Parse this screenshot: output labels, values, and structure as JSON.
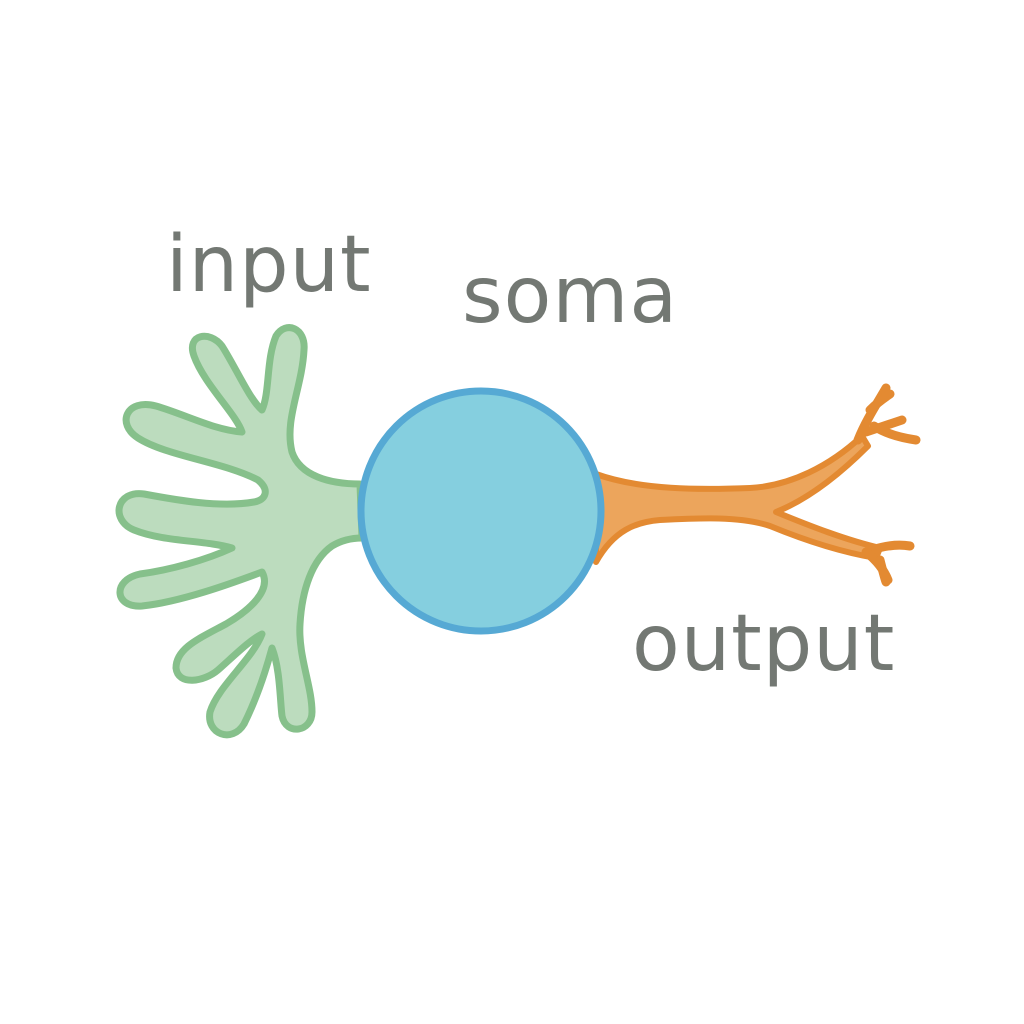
{
  "labels": {
    "input": "input",
    "soma": "soma",
    "output": "output"
  },
  "colors": {
    "background": "#ffffff",
    "label_text": "#737873",
    "dendrite_fill": "#bcdcbe",
    "dendrite_stroke": "#86c08b",
    "soma_fill": "#85cfdf",
    "soma_stroke": "#56a9d4",
    "axon_fill": "#eca55c",
    "axon_stroke": "#e38a32"
  }
}
